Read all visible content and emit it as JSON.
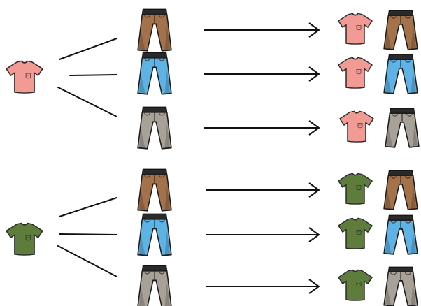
{
  "colors": {
    "shirt_pink": "#F19B94",
    "shirt_green": "#5E7C3C",
    "pants_brown": "#A4724A",
    "pants_blue": "#5EB2E4",
    "pants_gray": "#A8A197",
    "line": "#111111"
  },
  "icons": {
    "shirt": "t-shirt-icon",
    "pants": "pants-icon"
  },
  "shirts": [
    {
      "name": "pink-shirt",
      "color": "pink"
    },
    {
      "name": "green-shirt",
      "color": "green"
    }
  ],
  "pants": [
    {
      "name": "brown-pants",
      "color": "brown"
    },
    {
      "name": "blue-pants",
      "color": "blue"
    },
    {
      "name": "gray-pants",
      "color": "gray"
    }
  ],
  "outfits": [
    {
      "shirt": "pink",
      "pants": "brown"
    },
    {
      "shirt": "pink",
      "pants": "blue"
    },
    {
      "shirt": "pink",
      "pants": "gray"
    },
    {
      "shirt": "green",
      "pants": "brown"
    },
    {
      "shirt": "green",
      "pants": "blue"
    },
    {
      "shirt": "green",
      "pants": "gray"
    }
  ]
}
